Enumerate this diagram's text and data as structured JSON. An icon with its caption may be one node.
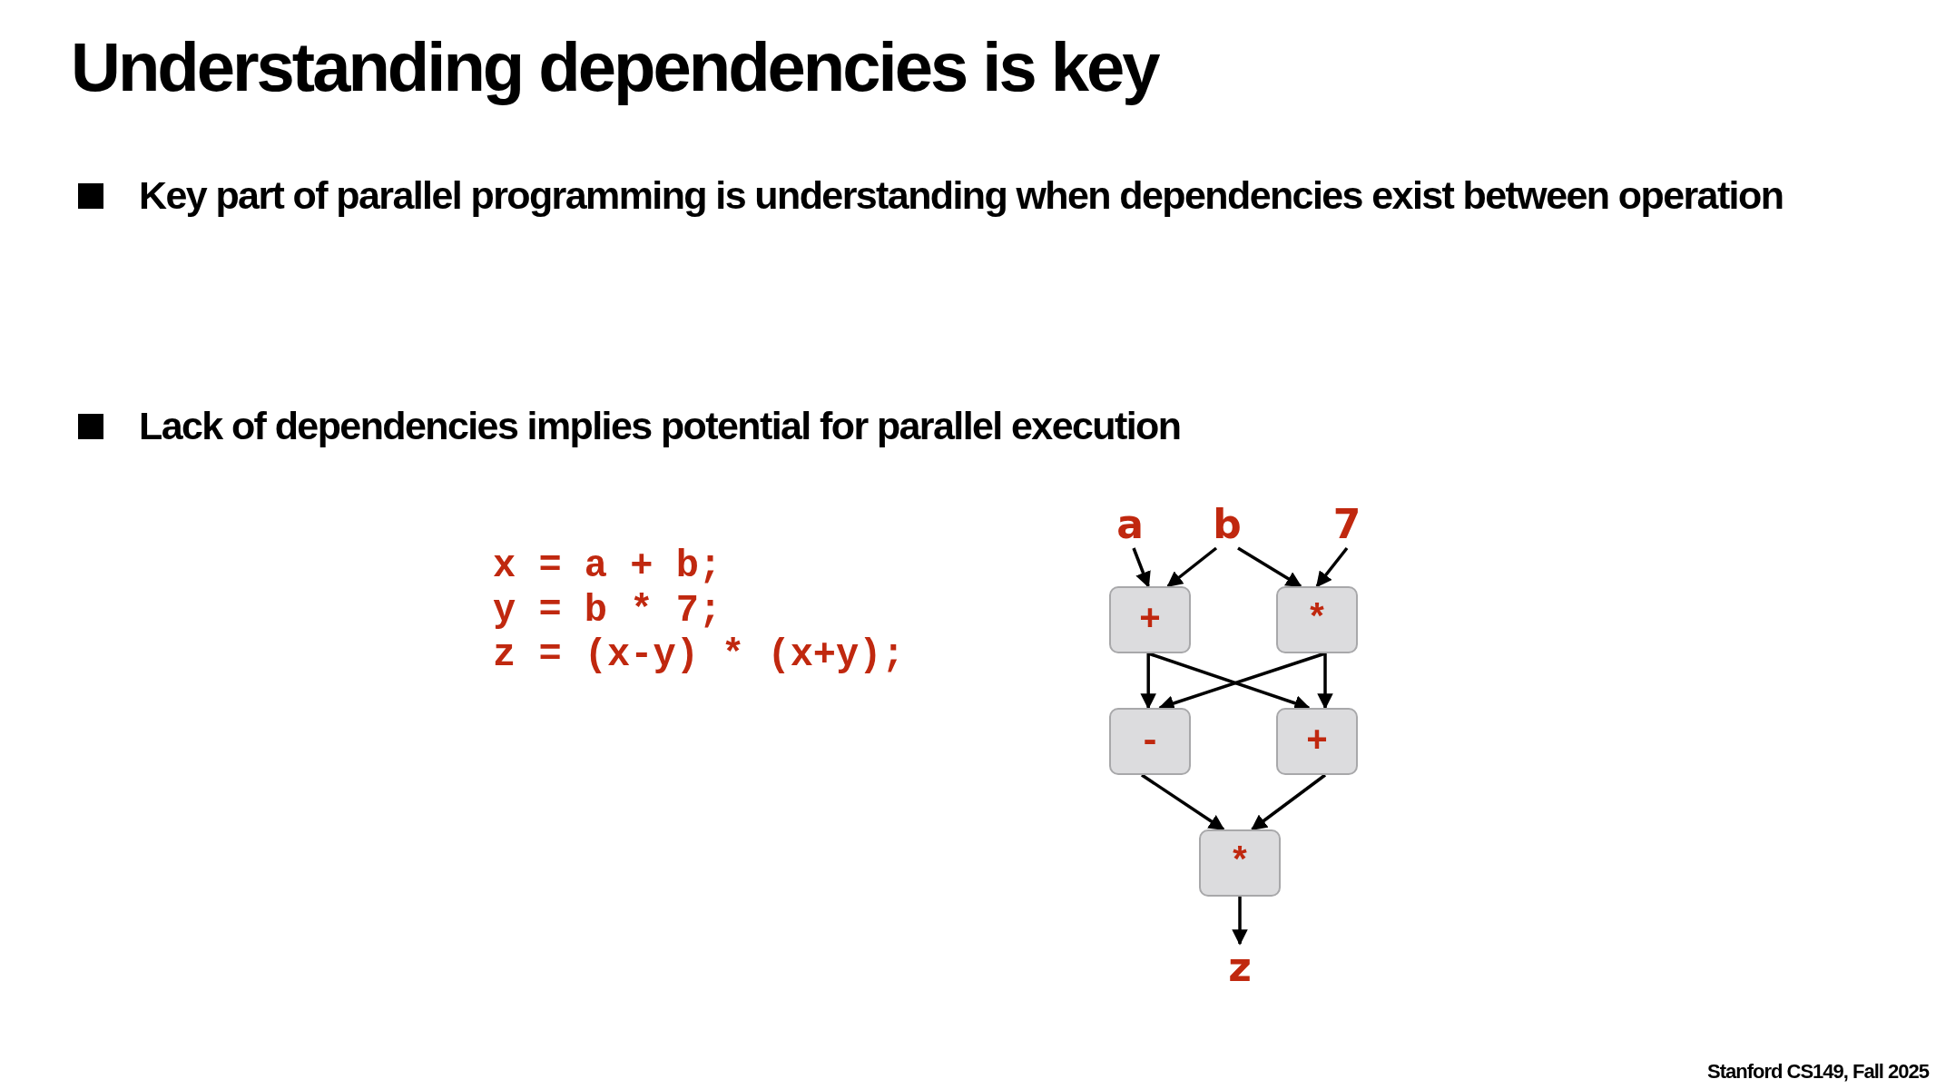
{
  "diagram": {
    "title": "Understanding dependencies is key",
    "nodes": [
      {
        "text": [
          "a"
        ]
      },
      {
        "text": [
          "b"
        ]
      },
      {
        "text": [
          "7"
        ]
      },
      {
        "text": [
          "+"
        ]
      },
      {
        "text": [
          "*"
        ]
      },
      {
        "text": [
          "-"
        ]
      },
      {
        "text": [
          "+"
        ]
      },
      {
        "text": [
          "*"
        ]
      },
      {
        "text": [
          "z"
        ]
      }
    ],
    "edges": [
      {
        "from": 0,
        "to": 3,
        "arrow": "to"
      },
      {
        "from": 1,
        "to": 3,
        "arrow": "to"
      },
      {
        "from": 1,
        "to": 4,
        "arrow": "to"
      },
      {
        "from": 2,
        "to": 4,
        "arrow": "to"
      },
      {
        "from": 3,
        "to": 5,
        "arrow": "to"
      },
      {
        "from": 3,
        "to": 6,
        "arrow": "to"
      },
      {
        "from": 4,
        "to": 5,
        "arrow": "to"
      },
      {
        "from": 4,
        "to": 6,
        "arrow": "to"
      },
      {
        "from": 5,
        "to": 7,
        "arrow": "to"
      },
      {
        "from": 6,
        "to": 7,
        "arrow": "to"
      },
      {
        "from": 7,
        "to": 8,
        "arrow": "to"
      }
    ],
    "labels": [
      "Key part of parallel programming is understanding when dependencies exist between operation",
      "Lack of dependencies implies potential for parallel execution",
      "x = a + b;",
      "y = b * 7;",
      "z = (x-y) * (x+y);",
      "Stanford CS149, Fall 2025"
    ]
  }
}
